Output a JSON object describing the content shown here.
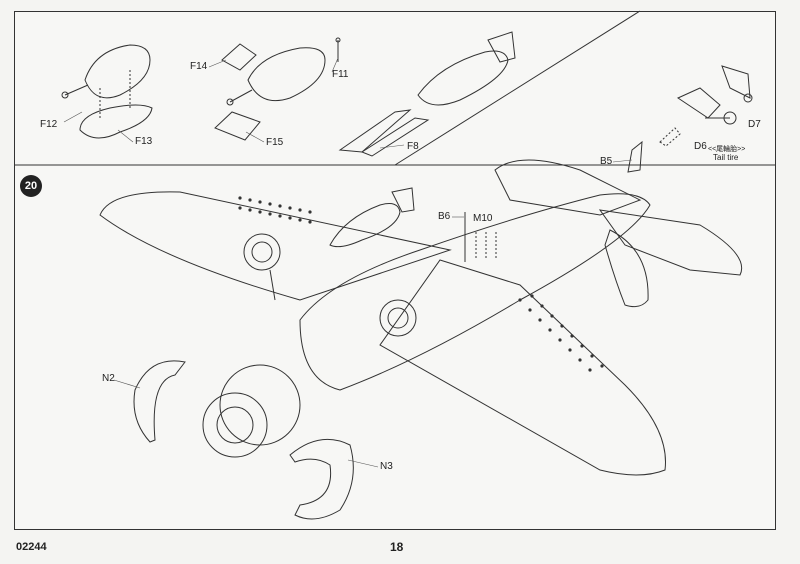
{
  "step": {
    "number": "20"
  },
  "footer": {
    "code": "02244",
    "page": "18"
  },
  "parts": {
    "f12": "F12",
    "f13": "F13",
    "f14": "F14",
    "f11": "F11",
    "f15": "F15",
    "f8": "F8",
    "d6": "D6",
    "d7": "D7",
    "b5": "B5",
    "b6": "B6",
    "m10": "M10",
    "n2": "N2",
    "n3": "N3"
  },
  "notes": {
    "tail_tire_cn": "<<尾輪胎>>",
    "tail_tire_en": "Tail tire"
  }
}
